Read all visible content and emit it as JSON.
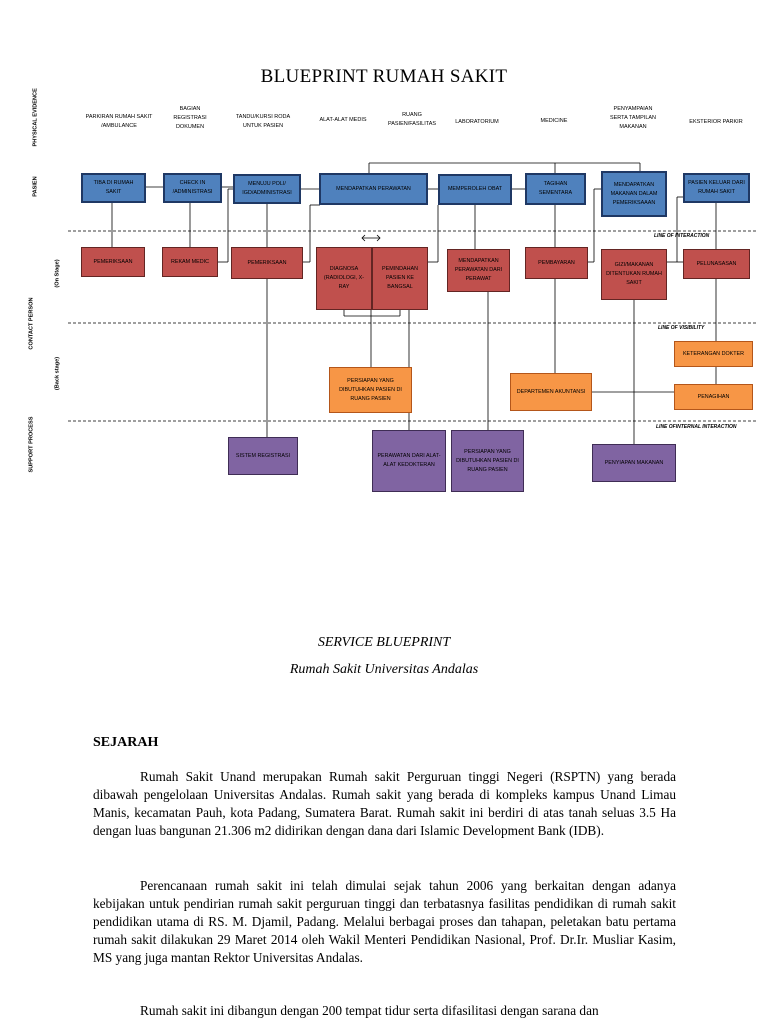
{
  "title": "BLUEPRINT RUMAH SAKIT",
  "lanes": {
    "physical": "PHYSICAL EVIDENCE",
    "pasien": "PASIEN",
    "on_stage": "(On Stage)",
    "contact": "CONTACT PERSON",
    "back_stage": "(Back stage)",
    "support": "SUPPORT PROCESS"
  },
  "physical_evidence": [
    "PARKIRAN RUMAH SAKIT /AMBULANCE",
    "BAGIAN REGISTRASI DOKUMEN",
    "TANDU/KURSI RODA UNTUK PASIEN",
    "ALAT-ALAT MEDIS",
    "RUANG PASIEN/FASILITAS",
    "LABORATORIUM",
    "MEDICINE",
    "PENYAMPAIAN SERTA TAMPILAN MAKANAN",
    "EKSTERIOR PARKIR"
  ],
  "pasien_steps": [
    "TIBA DI RUMAH SAKIT",
    "CHECK IN /ADMINISTRASI",
    "MENUJU POLI/ IGD/ADMINISTRASI",
    "MENDAPATKAN PERAWATAN",
    "MEMPEROLEH OBAT",
    "TAGIHAN SEMENTARA",
    "MENDAPATKAN MAKANAN DALAM PEMERIKSAAAN",
    "PASIEN KELUAR DARI RUMAH SAKIT"
  ],
  "on_stage": [
    "PEMERIKSAAN",
    "REKAM MEDIC",
    "PEMERIKSAAN",
    "DIAGNOSA (RADIOLOGI, X-RAY",
    "PEMINDAHAN PASIEN KE BANGSAL",
    "MENDAPATKAN PERAWATAN DARI PERAWAT",
    "PEMBAYARAN",
    "GIZI/MAKANAN DITENTUKAN RUMAH SAKIT",
    "PELUNASASAN"
  ],
  "back_stage": [
    "KETERANGAN DOKTER",
    "PERSIAPAN YANG DIBUTUHKAN PASIEN DI RUANG PASIEN",
    "DEPARTEMEN AKUNTANSI",
    "PENAGIHAN"
  ],
  "support": [
    "SISTEM REGISTRASI",
    "PERAWATAN DARI ALAT-ALAT KEDOKTERAN",
    "PERSIAPAN YANG DIBUTUHKAN PASIEN DI RUANG PASIEN",
    "PENYIAPAN MAKANAN"
  ],
  "lines": {
    "interaction": "LINE OF INTERACTION",
    "visibility": "LINE OF VISIBILITY",
    "internal": "LINE OFINTERNAL INTERACTION"
  },
  "caption": {
    "line1": "SERVICE BLUEPRINT",
    "line2": "Rumah Sakit Universitas Andalas"
  },
  "section_heading": "SEJARAH",
  "paragraphs": [
    "Rumah Sakit Unand merupakan Rumah sakit Perguruan tinggi Negeri (RSPTN) yang berada dibawah pengelolaan Universitas Andalas. Rumah sakit yang berada di kompleks kampus Unand Limau Manis, kecamatan Pauh, kota Padang, Sumatera Barat. Rumah sakit ini berdiri di atas tanah seluas 3.5 Ha dengan luas bangunan 21.306 m2 didirikan dengan dana dari Islamic Development Bank (IDB).",
    "Perencanaan rumah sakit ini telah dimulai sejak tahun 2006 yang berkaitan dengan adanya kebijakan untuk pendirian rumah sakit perguruan tinggi dan terbatasnya fasilitas pendidikan di rumah sakit pendidikan utama di RS. M. Djamil, Padang. Melalui berbagai proses dan tahapan, peletakan batu pertama rumah sakit dilakukan 29 Maret 2014 oleh Wakil Menteri Pendidikan Nasional, Prof. Dr.Ir. Musliar Kasim, MS yang juga mantan Rektor Universitas Andalas.",
    "Rumah sakit ini dibangun dengan 200 tempat tidur serta difasilitasi dengan sarana dan"
  ],
  "colors": {
    "pasien": "#4f81bd",
    "on_stage": "#c0504d",
    "back_stage": "#f79646",
    "support": "#8064a2"
  }
}
